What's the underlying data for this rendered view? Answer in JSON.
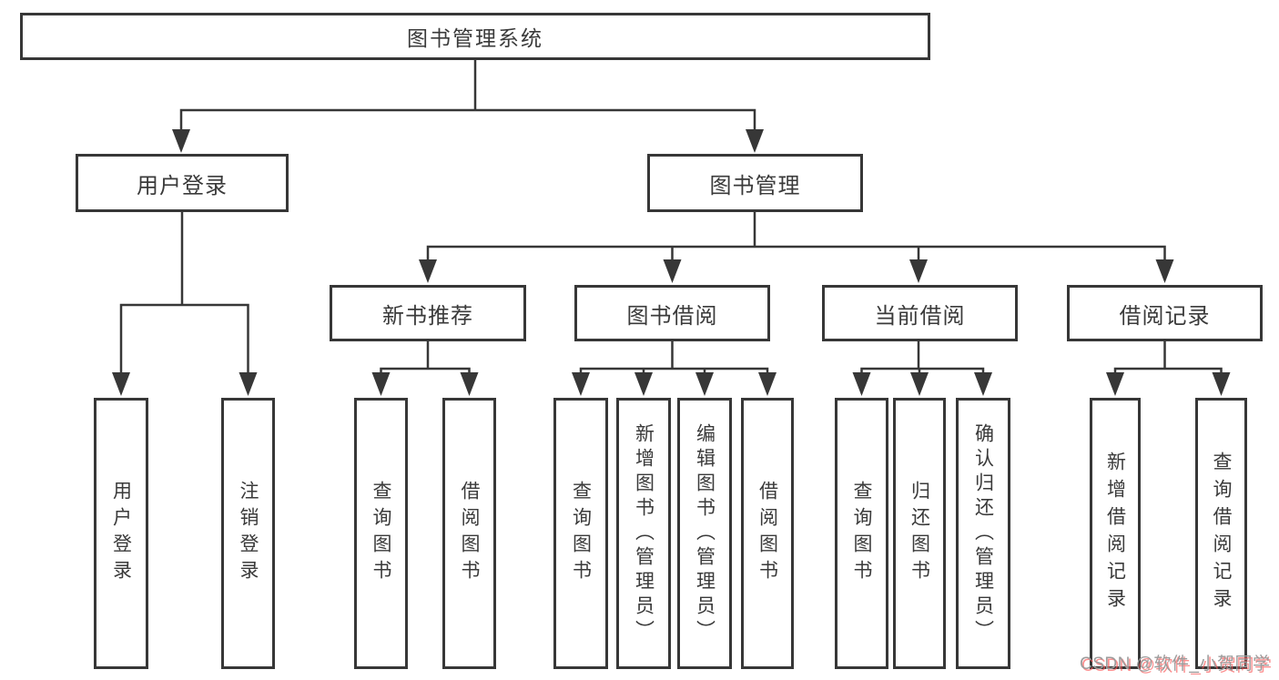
{
  "tree": {
    "root": "图书管理系统",
    "branches": [
      {
        "label": "用户登录",
        "children": [
          {
            "label": "用户登录"
          },
          {
            "label": "注销登录"
          }
        ]
      },
      {
        "label": "图书管理",
        "groups": [
          {
            "label": "新书推荐",
            "children": [
              {
                "label": "查询图书"
              },
              {
                "label": "借阅图书"
              }
            ]
          },
          {
            "label": "图书借阅",
            "children": [
              {
                "label": "查询图书"
              },
              {
                "label": "新增图书（管理员）"
              },
              {
                "label": "编辑图书（管理员）"
              },
              {
                "label": "借阅图书"
              }
            ]
          },
          {
            "label": "当前借阅",
            "children": [
              {
                "label": "查询图书"
              },
              {
                "label": "归还图书"
              },
              {
                "label": "确认归还（管理员）"
              }
            ]
          },
          {
            "label": "借阅记录",
            "children": [
              {
                "label": "新增借阅记录"
              },
              {
                "label": "查询借阅记录"
              }
            ]
          }
        ]
      }
    ]
  },
  "watermark": "CSDN @软件_小贺同学",
  "colors": {
    "line": "#373737",
    "text": "#3a3a3a",
    "background": "#ffffff",
    "watermark_gray": "#9c9c9c",
    "watermark_red_shadow": "#fa5555"
  }
}
